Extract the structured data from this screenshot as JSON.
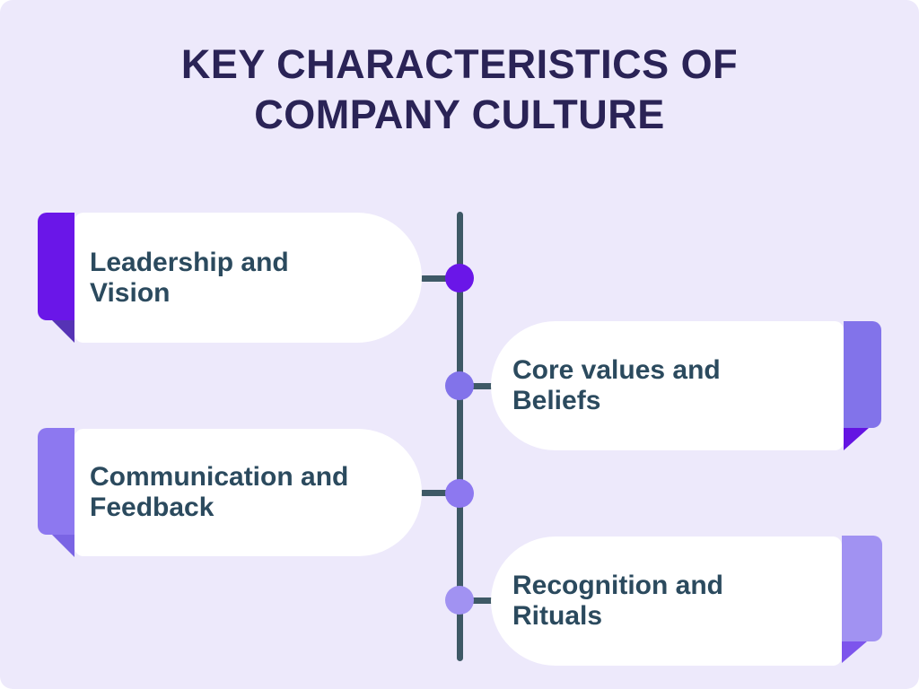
{
  "title": {
    "line1": "KEY CHARACTERISTICS OF",
    "line2": "COMPANY CULTURE"
  },
  "items": [
    {
      "label": "Leadership and Vision",
      "side": "left",
      "accent": "#6A16E8",
      "fold": "#5633B5"
    },
    {
      "label": "Core values and Beliefs",
      "side": "right",
      "accent": "#8273EA",
      "fold": "#6414E2"
    },
    {
      "label": "Communication and Feedback",
      "side": "left",
      "accent": "#8D78F0",
      "fold": "#7A64E4"
    },
    {
      "label": "Recognition and Rituals",
      "side": "right",
      "accent": "#A192F2",
      "fold": "#7D55EC"
    }
  ],
  "colors": {
    "background": "#EDE9FB",
    "card": "#FFFFFF",
    "title_text": "#2A2356",
    "label_text": "#2B4A5E",
    "timeline": "#3E5966"
  }
}
